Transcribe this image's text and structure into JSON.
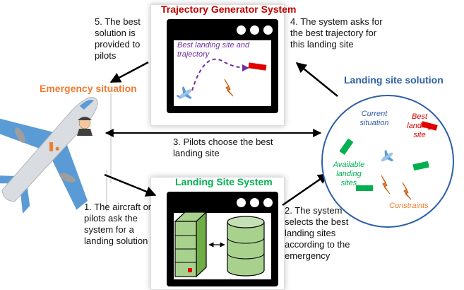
{
  "trajectory_system": {
    "title": "Trajectory Generator System",
    "inner_label": "Best landing site and trajectory"
  },
  "landing_site_system": {
    "title": "Landing Site System"
  },
  "emergency": {
    "title": "Emergency situation"
  },
  "landing_solution": {
    "title": "Landing site solution",
    "current_label": "Current situation",
    "best_label": "Best landing site",
    "available_label": "Available landing sites",
    "constraints_label": "Constraints"
  },
  "steps": {
    "step1": "1. The aircraft or pilots ask the system for a landing solution",
    "step2": "2. The system selects the best landing sites according to the emergency",
    "step3": "3. Pilots choose the best landing site",
    "step4": "4. The system asks for the best trajectory for this landing site",
    "step5": "5. The best solution is provided to pilots"
  },
  "colors": {
    "title_red": "#c00000",
    "title_green": "#00b050",
    "title_orange": "#ed7d31",
    "title_blue": "#2e5fa8",
    "trajectory_purple": "#7030a0",
    "best_red": "#e00000",
    "site_green": "#00b050"
  }
}
